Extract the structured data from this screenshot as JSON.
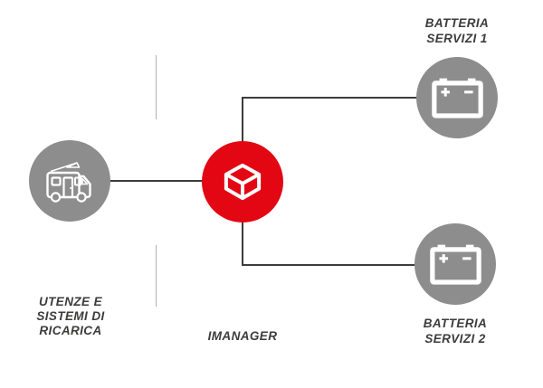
{
  "diagram": {
    "colors": {
      "accent_red": "#e30613",
      "node_gray": "#8d8d8d",
      "connector_line": "#3c3c3b",
      "divider_line": "#b1b1b1",
      "label_text": "#3c3c3b",
      "icon_color": "#ffffff"
    },
    "nodes": {
      "utenze": {
        "icon": "camper-icon",
        "color": "#8d8d8d",
        "label_lines": [
          "UTENZE E",
          "SISTEMI DI",
          "RICARICA"
        ]
      },
      "imanager": {
        "icon": "cube-icon",
        "color": "#e30613",
        "label_lines": [
          "IMANAGER"
        ]
      },
      "batteria1": {
        "icon": "battery-icon",
        "color": "#8d8d8d",
        "label_lines": [
          "BATTERIA",
          "SERVIZI 1"
        ]
      },
      "batteria2": {
        "icon": "battery-icon",
        "color": "#8d8d8d",
        "label_lines": [
          "BATTERIA",
          "SERVIZI 2"
        ]
      }
    },
    "connections": [
      {
        "from": "utenze",
        "to": "imanager"
      },
      {
        "from": "imanager",
        "to": "batteria1"
      },
      {
        "from": "imanager",
        "to": "batteria2"
      }
    ]
  }
}
